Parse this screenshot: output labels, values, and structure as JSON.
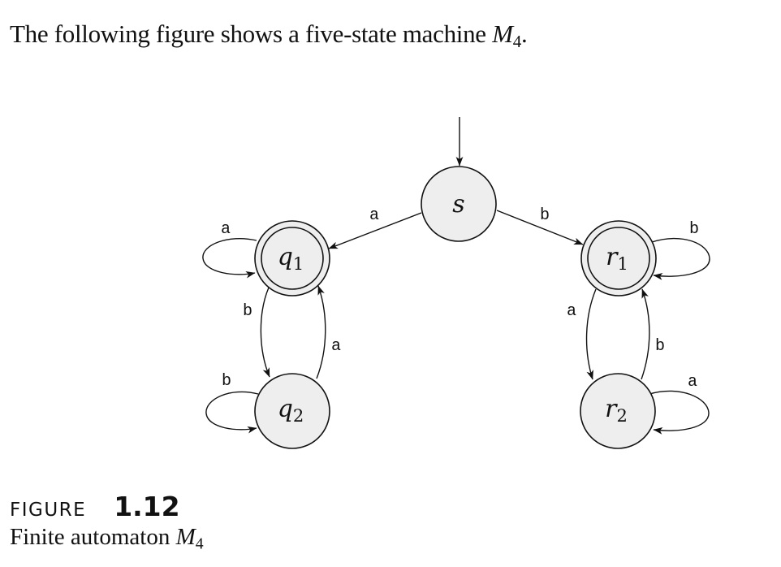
{
  "intro": {
    "text": "The following figure shows a five-state machine ",
    "machine": "M",
    "machine_sub": "4",
    "end": "."
  },
  "diagram": {
    "states": {
      "s": {
        "letter": "s",
        "sub": "",
        "accept": false,
        "start": true
      },
      "q1": {
        "letter": "q",
        "sub": "1",
        "accept": true,
        "start": false
      },
      "q2": {
        "letter": "q",
        "sub": "2",
        "accept": false,
        "start": false
      },
      "r1": {
        "letter": "r",
        "sub": "1",
        "accept": true,
        "start": false
      },
      "r2": {
        "letter": "r",
        "sub": "2",
        "accept": false,
        "start": false
      }
    },
    "transitions": {
      "s_q1": {
        "from": "s",
        "to": "q1",
        "label": "a"
      },
      "s_r1": {
        "from": "s",
        "to": "r1",
        "label": "b"
      },
      "q1_q1": {
        "from": "q1",
        "to": "q1",
        "label": "a"
      },
      "q1_q2": {
        "from": "q1",
        "to": "q2",
        "label": "b"
      },
      "q2_q1": {
        "from": "q2",
        "to": "q1",
        "label": "a"
      },
      "q2_q2": {
        "from": "q2",
        "to": "q2",
        "label": "b"
      },
      "r1_r1": {
        "from": "r1",
        "to": "r1",
        "label": "b"
      },
      "r1_r2": {
        "from": "r1",
        "to": "r2",
        "label": "a"
      },
      "r2_r1": {
        "from": "r2",
        "to": "r1",
        "label": "b"
      },
      "r2_r2": {
        "from": "r2",
        "to": "r2",
        "label": "a"
      }
    }
  },
  "figure": {
    "word": "FIGURE",
    "number": "1.12",
    "caption_text": "Finite automaton ",
    "machine": "M",
    "machine_sub": "4"
  }
}
